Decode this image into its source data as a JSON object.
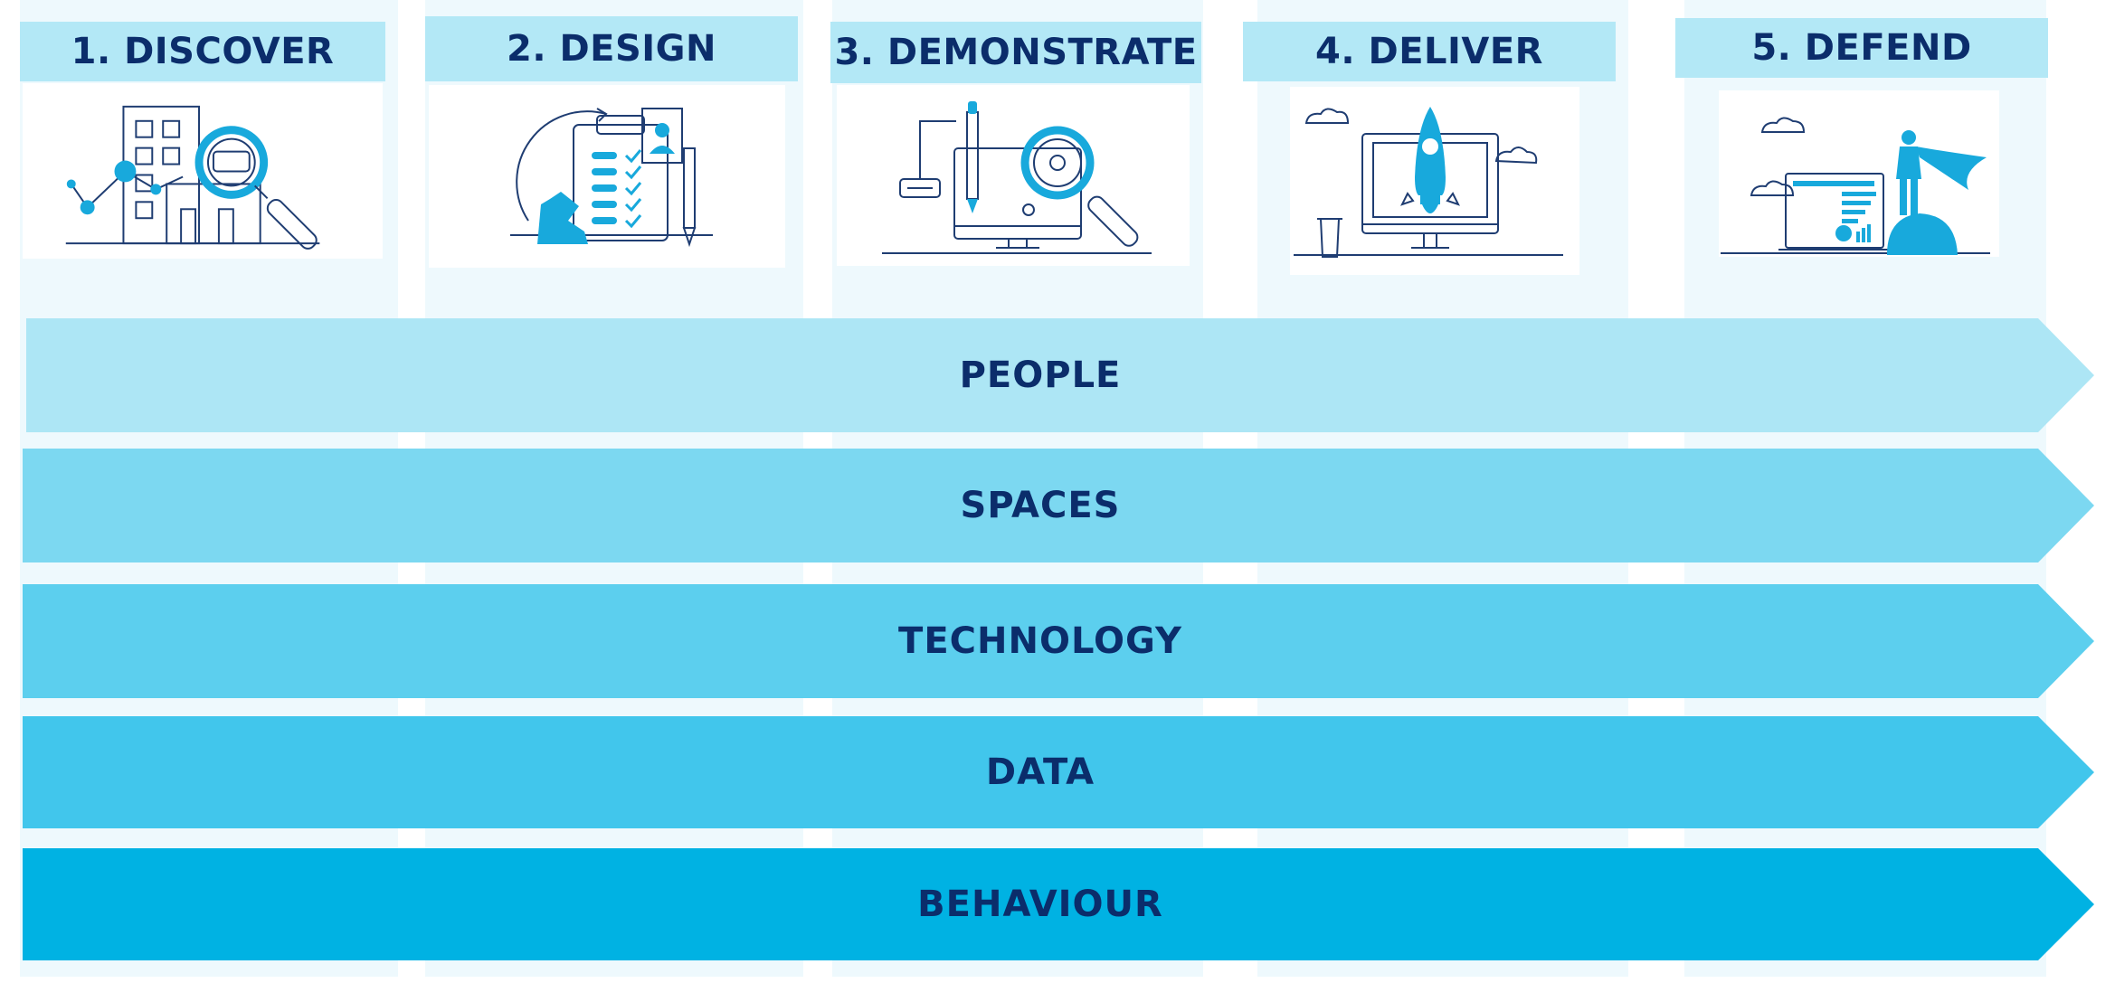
{
  "colors": {
    "header_fill": "#b3e8f6",
    "title_text": "#0b2d6b",
    "icon_accent": "#18a9dc",
    "icon_line": "#1f3d72",
    "column_band": "#eef9fd"
  },
  "stages": [
    {
      "label": "1. DISCOVER",
      "icon": "building-magnifier-icon"
    },
    {
      "label": "2. DESIGN",
      "icon": "strategy-checklist-icon"
    },
    {
      "label": "3. DEMONSTRATE",
      "icon": "monitor-magnifier-icon"
    },
    {
      "label": "4. DELIVER",
      "icon": "rocket-monitor-icon"
    },
    {
      "label": "5. DEFEND",
      "icon": "superhero-laptop-icon"
    }
  ],
  "lanes": [
    {
      "label": "PEOPLE",
      "color": "#ade6f5"
    },
    {
      "label": "SPACES",
      "color": "#7cd8f1"
    },
    {
      "label": "TECHNOLOGY",
      "color": "#5ccfee"
    },
    {
      "label": "DATA",
      "color": "#41c6ec"
    },
    {
      "label": "BEHAVIOUR",
      "color": "#00b2e3"
    }
  ]
}
